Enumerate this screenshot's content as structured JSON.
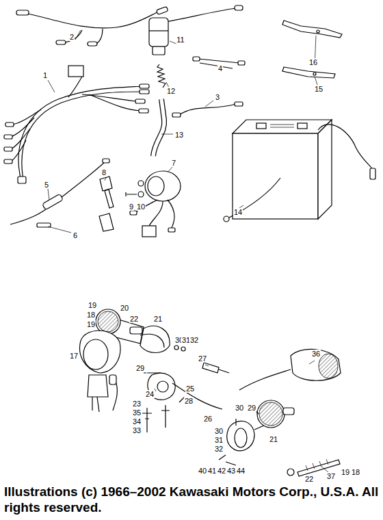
{
  "diagram": {
    "labels": [
      "1",
      "2",
      "3",
      "4",
      "5",
      "6",
      "7",
      "8",
      "9",
      "10",
      "11",
      "12",
      "13",
      "14",
      "15",
      "16",
      "19",
      "20",
      "18",
      "19",
      "22",
      "21",
      "30",
      "31",
      "32",
      "17",
      "29",
      "24",
      "27",
      "25",
      "26",
      "28",
      "23",
      "35",
      "34",
      "33",
      "36",
      "30",
      "29",
      "30",
      "31",
      "32",
      "21",
      "37",
      "22",
      "19",
      "18",
      "40",
      "41",
      "42",
      "43",
      "44",
      "Illustrations (c) 1966–2002 Kawasaki Motors Corp., U.S.A.  All rights reserved."
    ]
  }
}
